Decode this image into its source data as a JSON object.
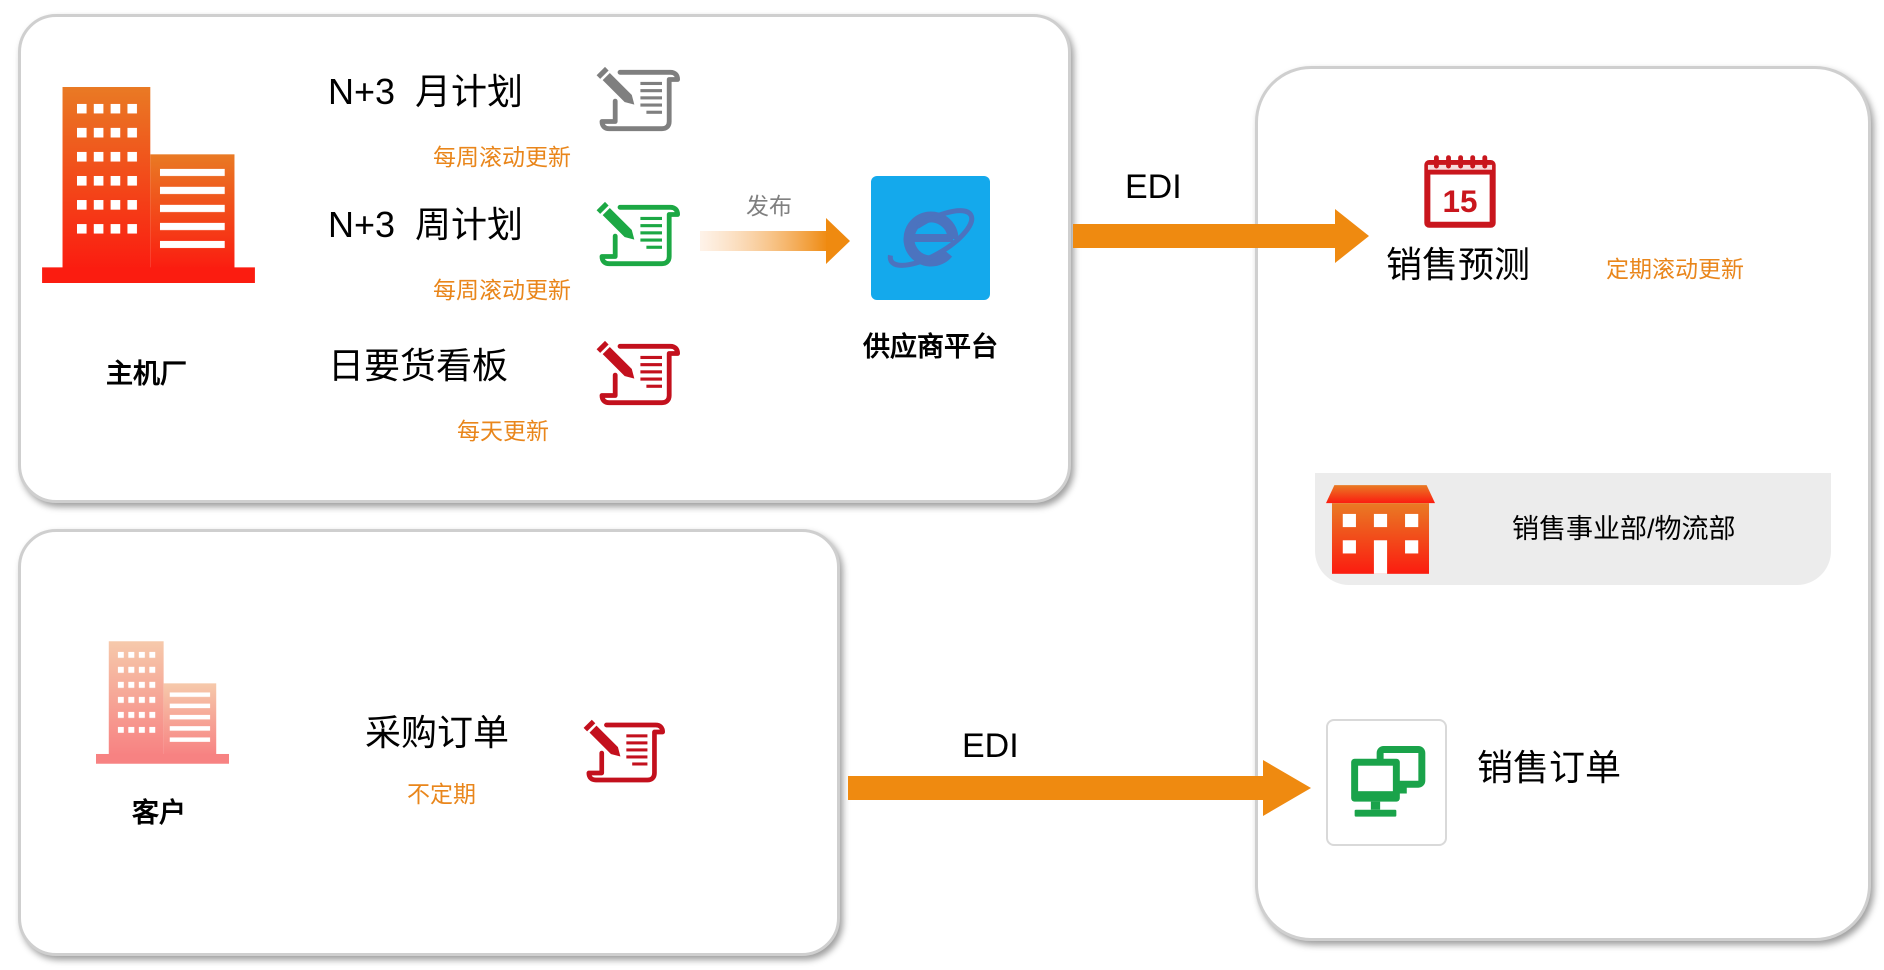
{
  "oem": {
    "label": "主机厂",
    "icon": "factory-building-icon",
    "plans": [
      {
        "title": "N+3  月计划",
        "frequency": "每周滚动更新",
        "icon": "document-edit-icon"
      },
      {
        "title": "N+3  周计划",
        "frequency": "每周滚动更新",
        "icon": "document-edit-icon"
      },
      {
        "title": "日要货看板",
        "frequency": "每天更新",
        "icon": "document-edit-icon"
      }
    ],
    "publish_label": "发布",
    "platform": {
      "label": "供应商平台",
      "icon": "internet-explorer-icon"
    }
  },
  "customer": {
    "label": "客户",
    "icon": "customer-building-icon",
    "order": {
      "title": "采购订单",
      "frequency": "不定期",
      "icon": "document-edit-icon"
    }
  },
  "edi_links": [
    "EDI",
    "EDI"
  ],
  "supplier": {
    "forecast": {
      "label": "销售预测",
      "frequency": "定期滚动更新",
      "icon": "calendar-icon",
      "calendar_day": "15"
    },
    "department": {
      "label": "销售事业部/物流部",
      "icon": "office-building-icon"
    },
    "order": {
      "label": "销售订单",
      "icon": "computer-network-icon"
    }
  },
  "colors": {
    "accent-orange": "#ef8a10",
    "frequency-text": "#e9861b",
    "publish-text": "#808080",
    "publish-arrow-start": "#fde6d3",
    "doc-gray": "#7f7f7f",
    "doc-green": "#1ca844",
    "doc-red": "#c3101d",
    "ie-blue": "#14a9ec",
    "ie-e": "#4b73bf",
    "calendar-red": "#c9161d",
    "computer-green": "#1aa34a",
    "panel-border": "#cfcfcf",
    "band-gray": "#ececec",
    "factory-top": "#e97a24",
    "factory-bottom": "#fb1c10",
    "customer-top": "#f6c9ab",
    "customer-bottom": "#f78282"
  }
}
